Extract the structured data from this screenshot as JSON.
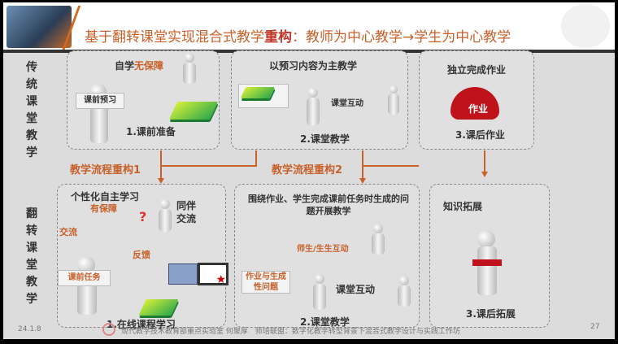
{
  "title": {
    "prefix": "基于翻转课堂实现混合式教学",
    "bold": "重构",
    "suffix": "：教师为中心教学→学生为中心教学"
  },
  "side_labels": {
    "traditional": "传统课堂教学",
    "flipped": "翻转课堂教学"
  },
  "traditional": {
    "p1": {
      "heading_a": "自学",
      "heading_b": "无保障",
      "sign": "课前预习",
      "caption": "1.课前准备"
    },
    "p2": {
      "heading": "以预习内容为主教学",
      "interaction": "课堂互动",
      "caption": "2.课堂教学"
    },
    "p3": {
      "heading": "独立完成作业",
      "sign": "作业",
      "caption": "3.课后作业"
    }
  },
  "flow": {
    "r1": "教学流程重构1",
    "r2": "教学流程重构2"
  },
  "flipped": {
    "p1": {
      "heading": "个性化自主学习",
      "guarantee": "有保障",
      "peer": "同伴交流",
      "exchange": "交流",
      "feedback": "反馈",
      "sign": "课前任务",
      "caption": "1.在线课程学习"
    },
    "p2": {
      "heading": "围绕作业、学生完成课前任务时生成的问题开展教学",
      "interaction1": "师生/生生互动",
      "board": "作业与生成性问题",
      "interaction2": "课堂互动",
      "caption": "2.课堂教学"
    },
    "p3": {
      "heading": "知识拓展",
      "caption": "3.课后拓展"
    }
  },
  "footer": {
    "date": "24.1.8",
    "text": "现代教学技术教育部重点实验室 何聚厚　师培联盟：数字化教学转型背景下混合式教学设计与实践工作坊",
    "page": "27"
  }
}
